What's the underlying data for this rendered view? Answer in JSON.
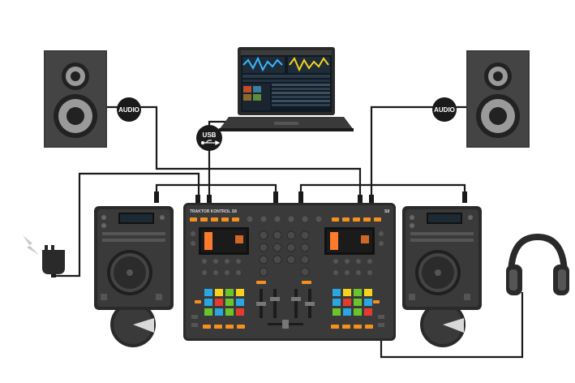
{
  "diagram": {
    "labels": {
      "audio_left": "AUDIO",
      "usb": "USB",
      "audio_right": "AUDIO"
    },
    "controller_brand": "TRAKTOR KONTROL S8",
    "controller_mark": "S8",
    "colors": {
      "cable": "#1a1a1a",
      "device_body": "#3a3a3a",
      "device_dark": "#222222",
      "accent_orange": "#f5901e",
      "pad_blue": "#2aa6e0",
      "pad_yellow": "#f6d21c",
      "pad_green": "#6cc42c",
      "pad_red": "#e53b2e",
      "screen_orange": "#ff7a2a"
    },
    "icons": [
      "speaker-icon",
      "laptop-icon",
      "usb-icon",
      "power-adapter-icon",
      "lightning-icon",
      "headphones-icon",
      "turntable-icon",
      "dj-controller-icon"
    ]
  }
}
